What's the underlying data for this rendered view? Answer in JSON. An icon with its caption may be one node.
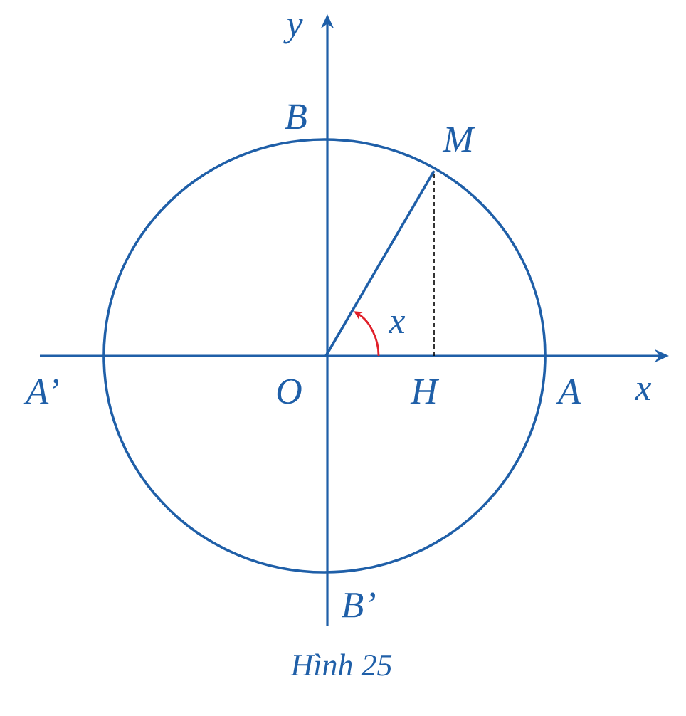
{
  "diagram": {
    "caption": "Hình 25",
    "labels": [
      "y",
      "B",
      "M",
      "x",
      "A’",
      "O",
      "H",
      "A",
      "x",
      "B’"
    ]
  }
}
